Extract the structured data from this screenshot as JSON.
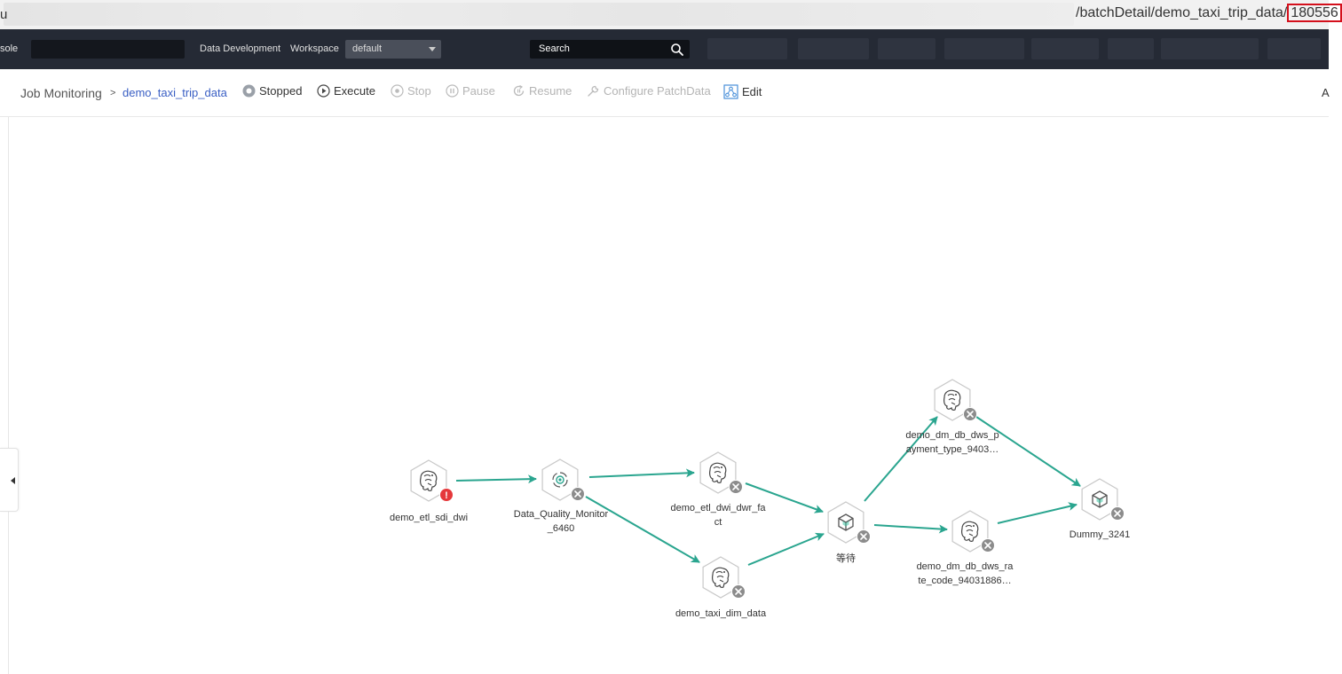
{
  "browser": {
    "url_prefix": "u",
    "url_path": "/batchDetail/demo_taxi_trip_data/",
    "url_id": "180556"
  },
  "topnav": {
    "console_label": "sole",
    "data_development": "Data Development",
    "workspace_label": "Workspace",
    "workspace_value": "default",
    "search_placeholder": "Search"
  },
  "toolbar": {
    "breadcrumb_root": "Job Monitoring",
    "breadcrumb_sep": ">",
    "job_name": "demo_taxi_trip_data",
    "status": "Stopped",
    "execute": "Execute",
    "stop": "Stop",
    "pause": "Pause",
    "resume": "Resume",
    "configure_patch": "Configure PatchData",
    "edit": "Edit",
    "right_cut": "A"
  },
  "nodes": [
    {
      "id": "n1",
      "label_lines": [
        "demo_etl_sdi_dwi"
      ],
      "icon": "hive-icon",
      "badge": "error"
    },
    {
      "id": "n2",
      "label_lines": [
        "Data_Quality_Monitor",
        "_6460"
      ],
      "icon": "dqm-icon",
      "badge": "cancel"
    },
    {
      "id": "n3",
      "label_lines": [
        "demo_etl_dwi_dwr_fa",
        "ct"
      ],
      "icon": "hive-icon",
      "badge": "cancel"
    },
    {
      "id": "n4",
      "label_lines": [
        "demo_taxi_dim_data"
      ],
      "icon": "hive-icon",
      "badge": "cancel"
    },
    {
      "id": "n5",
      "label_lines": [
        "等待"
      ],
      "icon": "cube-icon",
      "badge": "cancel"
    },
    {
      "id": "n6",
      "label_lines": [
        "demo_dm_db_dws_p",
        "ayment_type_9403…"
      ],
      "icon": "hive-icon",
      "badge": "cancel"
    },
    {
      "id": "n7",
      "label_lines": [
        "demo_dm_db_dws_ra",
        "te_code_94031886…"
      ],
      "icon": "hive-icon",
      "badge": "cancel"
    },
    {
      "id": "n8",
      "label_lines": [
        "Dummy_3241"
      ],
      "icon": "cube-icon",
      "badge": "cancel"
    }
  ],
  "edges": [
    [
      "n1",
      "n2"
    ],
    [
      "n2",
      "n3"
    ],
    [
      "n2",
      "n4"
    ],
    [
      "n3",
      "n5"
    ],
    [
      "n4",
      "n5"
    ],
    [
      "n5",
      "n6"
    ],
    [
      "n5",
      "n7"
    ],
    [
      "n6",
      "n8"
    ],
    [
      "n7",
      "n8"
    ]
  ],
  "colors": {
    "edge": "#2aa58f",
    "accent": "#3a5fc4",
    "error": "#e5383b",
    "cancel": "#8c8c8c",
    "nav_bg": "#252a35"
  }
}
